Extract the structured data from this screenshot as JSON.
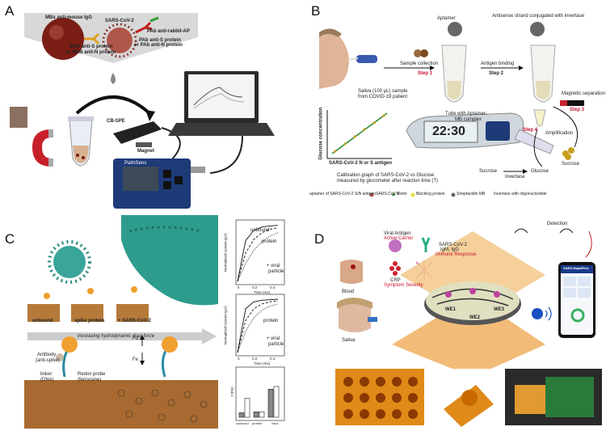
{
  "panels": {
    "A": {
      "label": "A",
      "mbs": "MBs anti-mouse IgG",
      "sars": "SARS-CoV-2",
      "pab_ap": "PAb anti-rabbit-AP",
      "pab_s": "PAb anti-S protein",
      "pab_n": "or PAb anti-N protein",
      "mab_s": "MAb anti-S protein",
      "mab_n": "or MAb anti-N protein",
      "cbspe": "CB-SPE",
      "magnet": "Magnet",
      "device": "PalmSens"
    },
    "B": {
      "label": "B",
      "aptamer": "Aptamer",
      "antisense": "Antisense strand conjugated with invertase",
      "sample": "Sample collection",
      "step1": "Step 1",
      "antigen_binding": "Antigen binding",
      "step2": "Step 2",
      "saliva1": "Saliva (100 μL) sample",
      "saliva2": "from COVID-19 patient",
      "tube1": "Tube with Aptamer-",
      "tube2": "MB complex",
      "magnetic": "Magnetic separation",
      "step3": "Step 3",
      "step4": "Step 4",
      "amplification": "Amplification",
      "yaxis": "Glucose concentration",
      "xaxis": "SARS-CoV-2 N or S antigen",
      "meter": "22:30",
      "calib1": "Calibration graph of SARS-CoV-2 vs Glucose",
      "calib2": "measured by glucometer after reaction time (T)",
      "sucrose1": "Sucrose",
      "invertase": "Invertase",
      "glucose": "Glucose",
      "sucrose2": "Sucrose",
      "legend": [
        "aptamer of SARS-CoV-2 S/N antigen",
        "SARS-CoV-2",
        "Biotin",
        "Blocking protein",
        "Streptavidin MB",
        "Invertase with oligonucleotide"
      ]
    },
    "C": {
      "label": "C",
      "unbound": "unbound",
      "spike": "spike protein",
      "sars": "+ SARS-CoV-2",
      "drag": "increasing hydrodynamic drag force",
      "antibody1": "Antibody",
      "antibody2": "(anti-spike)",
      "linker1": "linker",
      "linker2": "(DNA)",
      "redox1": "Redox probe",
      "redox2": "(ferrocene)",
      "fd": "Fd",
      "fe": "Fe",
      "plot1": {
        "ylabel": "Normalized current (μA)",
        "xlabel": "Time (ms)",
        "unbound": "unbound",
        "protein": "protein",
        "viral1": "+ viral",
        "viral2": "particle",
        "xticks": [
          "0",
          "0.2",
          "0.4"
        ]
      },
      "plot2": {
        "ylabel": "Normalized current (μA)",
        "xlabel": "Time (ms)",
        "protein": "protein",
        "viral1": "+ viral",
        "viral2": "particle",
        "xticks": [
          "0",
          "0.2",
          "0.4"
        ]
      },
      "plot3": {
        "ylabel": "τ (ms)",
        "cats": [
          "unbound",
          "protein",
          "virus"
        ]
      }
    },
    "D": {
      "label": "D",
      "viral_antigen": "Viral Antigen",
      "active_carrier": "Active Carrier",
      "sars_igm": "SARS-CoV-2",
      "igm_igg": "IgM, IgG",
      "immune": "Immune Response",
      "crp": "CRP",
      "symptom": "Symptom Severity",
      "detection": "Detection",
      "blood": "Blood",
      "saliva": "Saliva",
      "we1": "WE1",
      "we2": "WE2",
      "we3": "WE3",
      "phone_title": "SARS-RapidPlex"
    }
  },
  "chart_data": [
    {
      "type": "line",
      "title": "",
      "xlabel": "Time (ms)",
      "ylabel": "Normalized current (μA)",
      "x": [
        0,
        0.1,
        0.2,
        0.3,
        0.4,
        0.5
      ],
      "series": [
        {
          "name": "unbound",
          "values": [
            0,
            0.72,
            0.9,
            0.96,
            0.98,
            0.99
          ]
        },
        {
          "name": "protein",
          "values": [
            0,
            0.5,
            0.74,
            0.86,
            0.92,
            0.95
          ]
        },
        {
          "name": "+ viral particle",
          "values": [
            0,
            0.32,
            0.55,
            0.7,
            0.8,
            0.86
          ]
        }
      ]
    },
    {
      "type": "line",
      "title": "",
      "xlabel": "Time (ms)",
      "ylabel": "Normalized current (μA)",
      "x": [
        0,
        0.1,
        0.2,
        0.3,
        0.4,
        0.5
      ],
      "series": [
        {
          "name": "unbound",
          "values": [
            0,
            0.82,
            0.95,
            0.98,
            0.99,
            1.0
          ]
        },
        {
          "name": "protein",
          "values": [
            0,
            0.6,
            0.82,
            0.91,
            0.95,
            0.97
          ]
        },
        {
          "name": "+ viral particle",
          "values": [
            0,
            0.4,
            0.65,
            0.79,
            0.87,
            0.91
          ]
        }
      ]
    },
    {
      "type": "bar",
      "title": "",
      "xlabel": "",
      "ylabel": "τ (ms)",
      "categories": [
        "unbound",
        "protein",
        "virus"
      ],
      "series": [
        {
          "values": [
            0.1,
            0.12,
            0.62
          ]
        },
        {
          "values": [
            0.42,
            0.12,
            0.68
          ]
        }
      ]
    }
  ]
}
